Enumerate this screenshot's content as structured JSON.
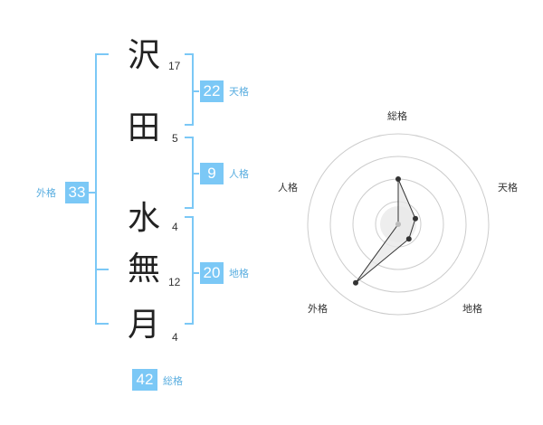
{
  "name": {
    "characters": [
      {
        "char": "沢",
        "strokes": "17"
      },
      {
        "char": "田",
        "strokes": "5"
      },
      {
        "char": "水",
        "strokes": "4"
      },
      {
        "char": "無",
        "strokes": "12"
      },
      {
        "char": "月",
        "strokes": "4"
      }
    ]
  },
  "fortune": {
    "tenkaku": {
      "value": "22",
      "label": "天格"
    },
    "jinkaku": {
      "value": "9",
      "label": "人格"
    },
    "chikaku": {
      "value": "20",
      "label": "地格"
    },
    "gaikaku": {
      "value": "33",
      "label": "外格"
    },
    "soukaku": {
      "value": "42",
      "label": "総格"
    }
  },
  "colors": {
    "accent": "#7bc8f6",
    "accent_text": "#5aaee0",
    "ring": "#cccccc",
    "polygon_fill": "#e8e8e8",
    "polygon_stroke": "#333333"
  },
  "chart_data": {
    "type": "radar",
    "axes": [
      "総格",
      "天格",
      "地格",
      "外格",
      "人格"
    ],
    "max": 4,
    "rings": 4,
    "values": [
      2,
      0.8,
      0.8,
      3.2,
      0
    ]
  }
}
